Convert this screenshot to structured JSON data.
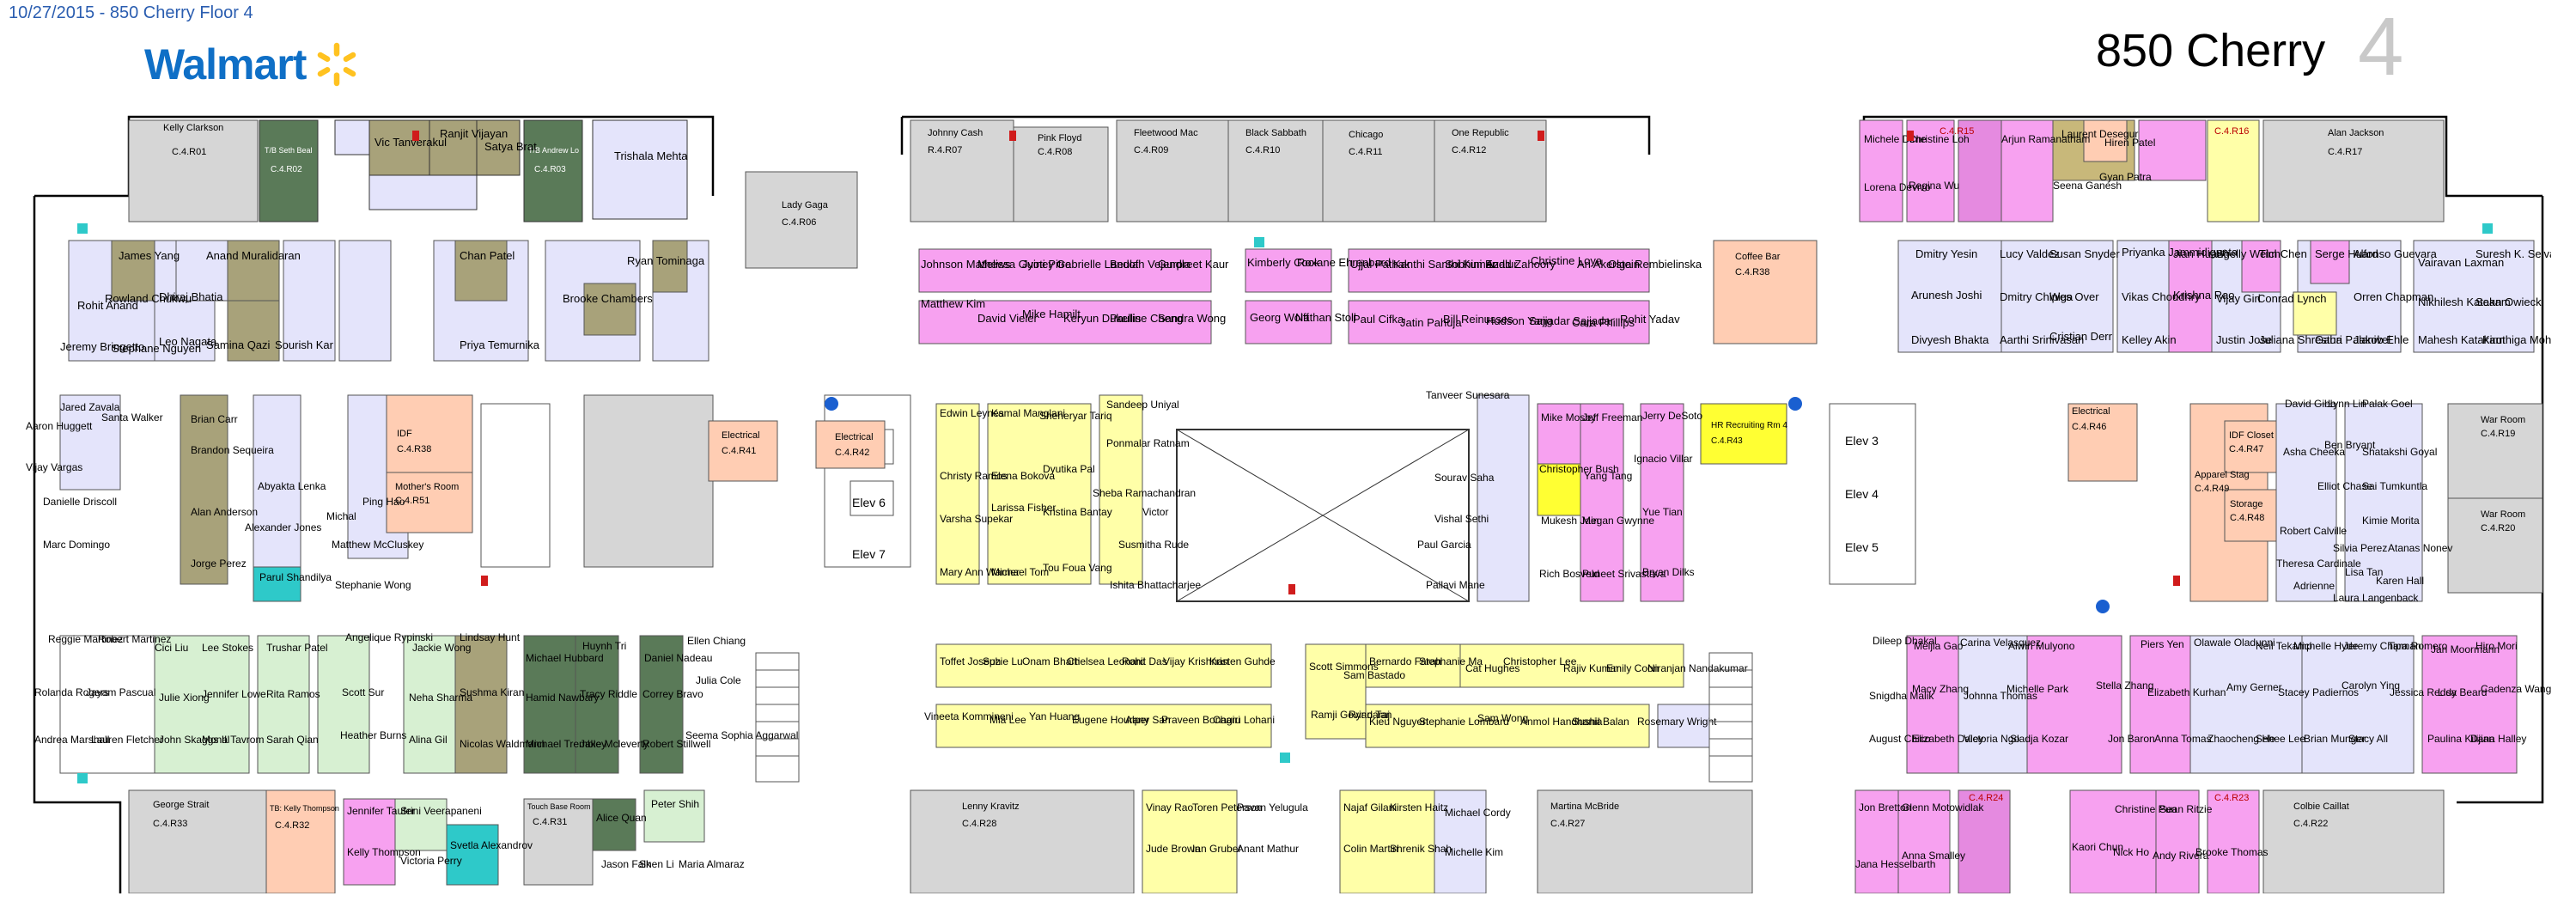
{
  "header": {
    "date_line": "10/27/2015 - 850 Cherry Floor 4",
    "logo_text": "Walmart",
    "building_title": "850 Cherry",
    "floor_number": "4"
  },
  "colors": {
    "pink": "#f7a1f0",
    "magenta": "#e58ae0",
    "yellow": "#ffffa8",
    "lavender": "#e4e4fb",
    "green_light": "#d7f0d2",
    "green_dark": "#5a7a58",
    "olive": "#a8a27a",
    "gray_room": "#d6d6d6",
    "orange_room": "#ffcdb3",
    "cyan": "#2ec9c9",
    "bright_yellow": "#ffff33"
  },
  "rooms_top": [
    {
      "name": "Kelly Clarkson",
      "code": "C.4.R01"
    },
    {
      "name": "T/B Seth Beal",
      "code": "C.4.R02"
    },
    {
      "name": "T/B Andrew Lo",
      "code": "C.4.R03"
    },
    {
      "name": "Lady Gaga",
      "code": "C.4.R06"
    },
    {
      "name": "Johnny Cash",
      "code": "R.4.R07"
    },
    {
      "name": "Pink Floyd",
      "code": "C.4.R08"
    },
    {
      "name": "Fleetwood Mac",
      "code": "C.4.R09"
    },
    {
      "name": "Black Sabbath",
      "code": "C.4.R10"
    },
    {
      "name": "Chicago",
      "code": "C.4.R11"
    },
    {
      "name": "One Republic",
      "code": "C.4.R12"
    },
    {
      "name": "",
      "code": "C.4.R15"
    },
    {
      "name": "",
      "code": "C.4.R16"
    },
    {
      "name": "Alan Jackson",
      "code": "C.4.R17"
    }
  ],
  "rooms_mid": [
    {
      "name": "IDF",
      "code": "C.4.R38"
    },
    {
      "name": "Mother's Room",
      "code": "C.4.R51"
    },
    {
      "name": "Electrical",
      "code": "C.4.R41"
    },
    {
      "name": "Electrical",
      "code": "C.4.R42"
    },
    {
      "name": "Elev 6",
      "code": ""
    },
    {
      "name": "Elev 7",
      "code": ""
    },
    {
      "name": "Coffee Bar",
      "code": "C.4.R38"
    },
    {
      "name": "HR Recruiting Rm 4",
      "code": "C.4.R43"
    },
    {
      "name": "Elev 3",
      "code": ""
    },
    {
      "name": "Elev 4",
      "code": ""
    },
    {
      "name": "Elev 5",
      "code": ""
    },
    {
      "name": "Electrical",
      "code": "C.4.R46"
    },
    {
      "name": "IDF Closet",
      "code": "C.4.R47"
    },
    {
      "name": "Apparel Stag",
      "code": "C.4.R49"
    },
    {
      "name": "Storage",
      "code": "C.4.R48"
    },
    {
      "name": "War Room",
      "code": "C.4.R19"
    },
    {
      "name": "War Room",
      "code": "C.4.R20"
    }
  ],
  "rooms_bottom": [
    {
      "name": "George Strait",
      "code": "C.4.R33"
    },
    {
      "name": "TB: Kelly Thompson",
      "code": "C.4.R32"
    },
    {
      "name": "Touch Base Room",
      "code": "C.4.R31"
    },
    {
      "name": "Lenny Kravitz",
      "code": "C.4.R28"
    },
    {
      "name": "Martina McBride",
      "code": "C.4.R27"
    },
    {
      "name": "",
      "code": "C.4.R24"
    },
    {
      "name": "",
      "code": "C.4.R23"
    },
    {
      "name": "Colbie Caillat",
      "code": "C.4.R22"
    }
  ],
  "people_row1": [
    "Vic Tanverakul",
    "Ranjit Vijayan",
    "Satya Brat",
    "Trishala Mehta",
    "James Yang",
    "Rohit Anand",
    "Dhiraj Bhatia",
    "Leo Nagata",
    "Rowland Chukwu",
    "Stephane Nguyen",
    "Jeremy Bringetto",
    "Samina Qazi",
    "Anand Muralidaran",
    "Sourish Kar",
    "Chan Patel",
    "Priya Temurnika",
    "Ryan Tominaga",
    "Brooke Chambers"
  ],
  "people_row2": [
    "Johnson Mathews",
    "Melissa Guiney",
    "Jyoti Pitre",
    "Gabrielle Landof",
    "Beulah Vejendla",
    "Gurpreet Kaur",
    "Kimberly Cook",
    "Roxane Ehrenbard",
    "Matthew Kim",
    "David Vieler",
    "Mike Hamilt",
    "Keryun Dukellis",
    "Pauline Cheng",
    "Sandra Wong",
    "Georg Wolff",
    "Nathan Stoll",
    "Ujjal Pathak",
    "Kanthi Santhi Kumar",
    "Sobhini Endlur",
    "Azad Zahoory",
    "Christine Loya",
    "Ari Akerstein",
    "Olga Rembielinska",
    "Paul Cifka",
    "Jatin Pahuja",
    "Bill Reinusses",
    "Hudson Yang",
    "Sajjadar Sajjadar",
    "Cara Phillips",
    "Rohit Yadav"
  ],
  "people_row3": [
    "Dmitry Yesin",
    "Arunesh Joshi",
    "Divyesh Bhakta",
    "Lucy Valdez",
    "Dmitry Chipiga",
    "Aarthi Srinivasan",
    "Susan Snyder",
    "Wes Over",
    "Cristian Derr",
    "Priyanka Jammidigunta",
    "Vikas Choudhry",
    "Kelley Akin",
    "Jian Huang",
    "Krishna Rao",
    "Shelly Welch",
    "Vijay Giri",
    "Justin Jose",
    "Tim Chen",
    "Conrad Lynch",
    "Juliana Shrestha",
    "Serge Huard",
    "Gauri Palanivel",
    "Alfonso Guevara",
    "Orren Chapman",
    "Jakob Ehle",
    "Vairavan Laxman",
    "Nikhilesh Katakam",
    "Mahesh Katakam",
    "Suresh K. Selvaraj",
    "Sean Owiecki",
    "Kiruthiga Mohan"
  ],
  "people_row4": [
    "Brian Carr",
    "Brandon Sequeira",
    "Alan Anderson",
    "Jorge Perez",
    "Abyakta Lenka",
    "Alexander Jones",
    "Parul Shandilya",
    "Michal",
    "Matthew McCluskey",
    "Ping Hao",
    "Stephanie Wong",
    "Danielle Driscoll",
    "Marc Domingo",
    "Vijay Vargas",
    "Aaron Huggett",
    "Jared Zavala",
    "Santa Walker"
  ],
  "people_row5": [
    "Edwin Leynes",
    "Kamal Manglani",
    "Sheheryar Tariq",
    "Christy Ramos",
    "Elena Bokova",
    "Dyutika Pal",
    "Varsha Supekar",
    "Larissa Fisher",
    "Kristina Bantay",
    "Mary Ann Warner",
    "Michael Tom",
    "Tou Foua Vang",
    "Sandeep Uniyal",
    "Ponmalar Ratnam",
    "Sheba Ramachandran",
    "Victor",
    "Susmitha Rude",
    "Ishita Bhattacharjee",
    "Tanveer Sunesara",
    "Sourav Saha",
    "Vishal Sethi",
    "Paul Garcia",
    "Pallavi Mane",
    "Mike Mosby",
    "Jeff Freeman",
    "Christopher Bush",
    "Yang Tang",
    "Mukesh Jain",
    "Megan Gwynne",
    "Rich Bosveld",
    "Puneet Srivastava",
    "Jerry DeSoto",
    "Ignacio Villar",
    "Yue Tian",
    "Bryan Dilks"
  ],
  "people_row6": [
    "David Gibb",
    "Asha Cheeka",
    "Ben Bryant",
    "Elliot Chase",
    "Robert Calville",
    "Theresa Cardinale",
    "Lynn Lin",
    "Palak Goel",
    "Shatakshi Goyal",
    "Sai Tumkuntla",
    "Kimie Morita",
    "Silvia Perez",
    "Atanas Nonev",
    "Lisa Tan",
    "Karen Hall",
    "Laura Langenback",
    "Adrienne"
  ],
  "people_row7": [
    "Reggie Martinez",
    "Robert Martinez",
    "Rolanda Rogers",
    "Jayam Pascual",
    "Andrea Marshall",
    "Lauren Fletcher",
    "Cici Liu",
    "Lee Stokes",
    "Julie Xiong",
    "Jennifer Lowe",
    "John Skaggs III",
    "Mona Tavrom",
    "Trushar Patel",
    "Rita Ramos",
    "Sarah Qian",
    "Angelique Rypinski",
    "Scott Sur",
    "Heather Burns",
    "Jackie Wong",
    "Neha Sharma",
    "Alina Gil",
    "Lindsay Hunt",
    "Sushma Kiran",
    "Nicolas Waldmann",
    "Michael Hubbard",
    "Hamid Nawbary",
    "Michael Trembley",
    "Huynh Tri",
    "Tracy Riddle",
    "Jake Mcleverty",
    "Daniel Nadeau",
    "Correy Bravo",
    "Robert Stillwell",
    "Ellen Chiang",
    "Julia Cole",
    "Seema Sophia Aggarwal"
  ],
  "people_row8": [
    "Toffet Joseph",
    "Suzie Lu",
    "Onam Bharti",
    "Chelsea Leonard",
    "Rohit Das",
    "Vijay Krishnan",
    "Kristen Guhde",
    "Vineeta Kommineni",
    "Mia Lee",
    "Yan Huang",
    "Eugene Hourany",
    "Alper San",
    "Praveen Bonagiri",
    "Charu Lohani",
    "Scott Simmons",
    "Sam Bastado",
    "Ramji Govindaraj",
    "Ryan Tan",
    "Bernardo Farah",
    "Stephanie Ma",
    "Cat Hughes",
    "Christopher Lee",
    "Rajiv Kumar",
    "Emily Coon",
    "Niranjan Nandakumar",
    "Kieu Nguyen",
    "Stephanie Lombard",
    "Sam Wong",
    "Anmol Handhania",
    "Sushil Balan",
    "Rosemary Wright"
  ],
  "people_row9": [
    "Dileep Dhakal",
    "Meijia Gao",
    "Carina Velasquez",
    "Alwin Mulyono",
    "Piers Yen",
    "Olawale Oladunni",
    "Neil Tekamp",
    "Michelle Hyde",
    "Jeremy Chipman",
    "Tara Romero",
    "Jan Moormann",
    "Hiro Mori",
    "Snigdha Malik",
    "Macy Zhang",
    "Johnna Thomas",
    "Michelle Park",
    "Stella Zhang",
    "Elizabeth Kurhan",
    "Amy Gerner",
    "Stacey Padiernos",
    "Carolyn Ying",
    "Jessica Reddy",
    "Lisa Beard",
    "Cadenza Wang",
    "August Chico",
    "Elizabeth Daley",
    "Victoria Ngo",
    "Sladja Kozar",
    "Jon Baron",
    "Anna Tomas",
    "Zhaocheng He",
    "Sehee Lee",
    "Brian Munger",
    "Stacy All",
    "Paulina Kilijian",
    "Dana Halley"
  ],
  "people_row10": [
    "Jennifer Taufer",
    "Srini Veerapaneni",
    "Kelly Thompson",
    "Victoria Perry",
    "Svetla Alexandrov",
    "Alice Quan",
    "Peter Shih",
    "Jason Falk",
    "Shen Li",
    "Maria Almaraz",
    "Vinay Rao",
    "Toren Peterson",
    "Pavan Yelugula",
    "Jude Brown",
    "Ian Gruber",
    "Anant Mathur",
    "Najaf Gilani",
    "Kirsten Haitz",
    "Michael Cordy",
    "Colin Martin",
    "Shrenik Shah",
    "Michelle Kim",
    "Jon Bretton",
    "Glenn Motowidlak",
    "Christine Pun",
    "Sean Ritzie",
    "Kaori Chun",
    "Nick Ho",
    "Andy Rivera",
    "Brooke Thomas",
    "Anna Smalley",
    "Jana Hesselbarth"
  ],
  "people_top_right": [
    "Michele Dime",
    "Lorena Devivo",
    "Christine Loh",
    "Regina Wu",
    "Arjun Ramanatham",
    "Laurent Desegur",
    "Hiren Patel",
    "Seena Ganesh",
    "Gyan Patra"
  ],
  "legend_icons": [
    "restroom-icon",
    "fire-extinguisher-icon",
    "elevator-icon",
    "stair-icon"
  ]
}
